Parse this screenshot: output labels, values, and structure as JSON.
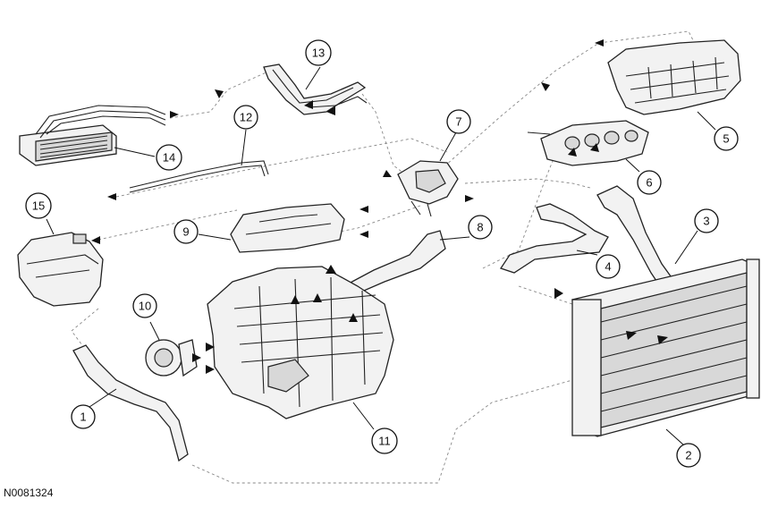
{
  "diagram": {
    "reference_code": "N0081324",
    "callouts": [
      "1",
      "2",
      "3",
      "4",
      "5",
      "6",
      "7",
      "8",
      "9",
      "10",
      "11",
      "12",
      "13",
      "14",
      "15"
    ]
  }
}
